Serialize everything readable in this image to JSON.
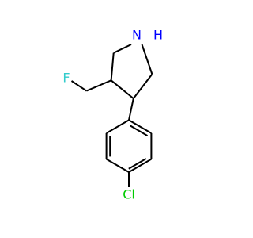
{
  "molecule": {
    "atoms": {
      "nitrogen": {
        "label": "N",
        "color": "#0000FF"
      },
      "hydrogen": {
        "label": "H",
        "color": "#0000FF"
      },
      "fluorine": {
        "label": "F",
        "color": "#33CCCC"
      },
      "chlorine": {
        "label": "Cl",
        "color": "#00CC00"
      }
    },
    "bond_color": "#000000"
  }
}
